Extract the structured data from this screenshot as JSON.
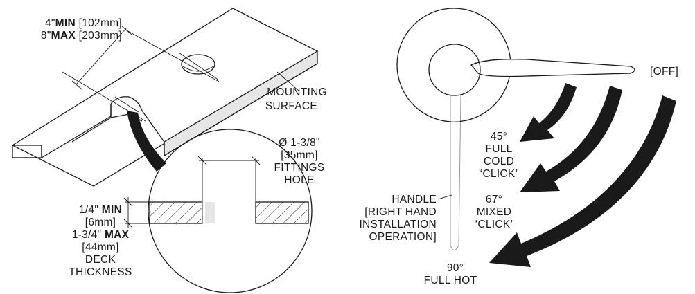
{
  "left_diagram": {
    "spacing_label": {
      "line1_value": "4\"",
      "line1_bold": "MIN",
      "line1_metric": " [102mm]",
      "line2_value": "8\"",
      "line2_bold": "MAX",
      "line2_metric": " [203mm]"
    },
    "mounting_surface": {
      "line1": "MOUNTING",
      "line2": "SURFACE"
    },
    "fittings_hole": {
      "line1": "Ø 1-3/8\"",
      "line2": "[35mm]",
      "line3": "FITTINGS",
      "line4": "HOLE"
    },
    "deck_thickness": {
      "line1_value": "1/4\" ",
      "line1_bold": "MIN",
      "line2": "[6mm]",
      "line3_value": "1-3/4\" ",
      "line3_bold": "MAX",
      "line4": "[44mm]",
      "line5": "DECK",
      "line6": "THICKNESS"
    }
  },
  "right_diagram": {
    "off_label": "[OFF]",
    "positions": [
      {
        "angle": "45°",
        "line2": "FULL",
        "line3": "COLD",
        "line4": "‘CLICK’"
      },
      {
        "angle": "67°",
        "line2": "MIXED",
        "line3": "‘CLICK’"
      },
      {
        "angle": "90°",
        "line2": "FULL HOT"
      }
    ],
    "handle_label": {
      "line1": "HANDLE",
      "line2": "[RIGHT HAND",
      "line3": "INSTALLATION",
      "line4": "OPERATION]"
    }
  }
}
